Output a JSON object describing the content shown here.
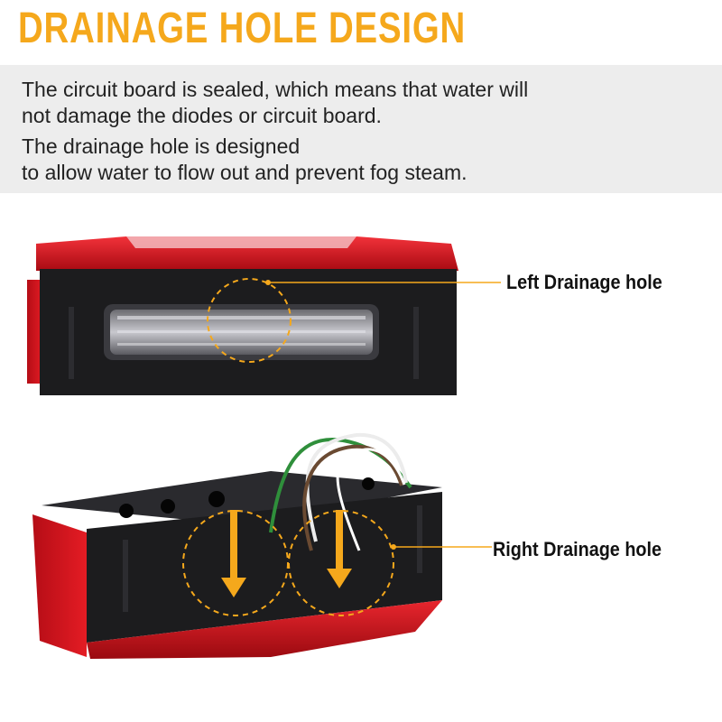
{
  "title": "DRAINAGE HOLE DESIGN",
  "description": {
    "paragraph1": "The circuit board is sealed, which means that water will\nnot damage the diodes or circuit board.",
    "paragraph2": "The drainage hole is designed\nto allow water to flow out and prevent fog steam."
  },
  "callouts": {
    "left": "Left Drainage hole",
    "right": "Right Drainage hole"
  },
  "colors": {
    "accent": "#f5a81c",
    "lamp_red": "#d8141e",
    "housing": "#1c1c1e"
  }
}
